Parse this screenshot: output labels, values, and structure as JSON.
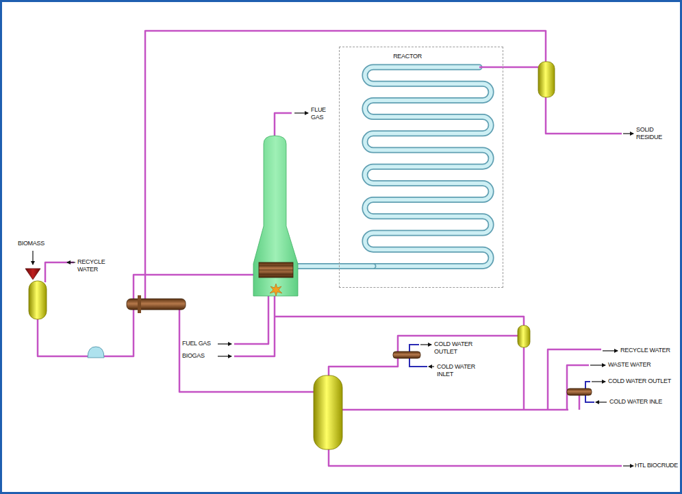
{
  "diagram": {
    "nodes": [
      {
        "text": [
          "REACTOR"
        ]
      }
    ],
    "labels": [
      "BIOMASS",
      "RECYCLE WATER",
      "FLUE GAS",
      "SOLID RESIDUE",
      "FUEL GAS",
      "BIOGAS",
      "COLD WATER OUTLET",
      "COLD WATER INLET",
      "RECYCLE WATER",
      "WASTE WATER",
      "COLD WATER OUTLET",
      "COLD WATER INLE",
      "HTL BIOCRUDE"
    ]
  }
}
